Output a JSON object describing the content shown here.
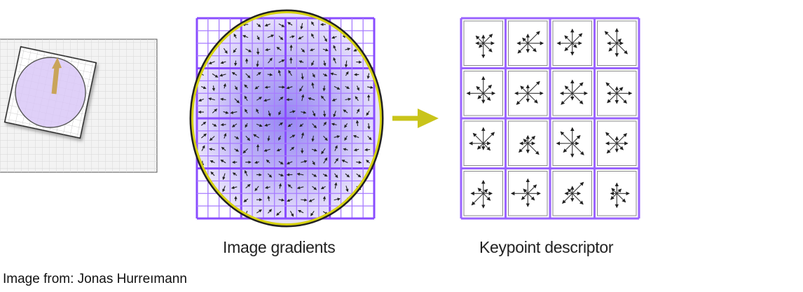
{
  "captions": {
    "image_gradients": "Image gradients",
    "keypoint_descriptor": "Keypoint descriptor"
  },
  "credit": "Image from: Jonas Hurreımann",
  "colors": {
    "grid_purple": "#9a63ff",
    "grid_purple_bold": "#8a4dff",
    "ellipse_outline": "#d6d20f",
    "arrow_yellow": "#c9c41a",
    "keypoint_arrow": "#c9a45a",
    "disc_fill": "#d9c8f7",
    "gaussian_center": "#8f7ff2",
    "gaussian_edge": "#e4dcfb",
    "histogram_stroke": "#333333"
  },
  "icons": {
    "flow_arrow": "right-arrow-icon",
    "orientation_arrow": "up-arrow-icon"
  }
}
